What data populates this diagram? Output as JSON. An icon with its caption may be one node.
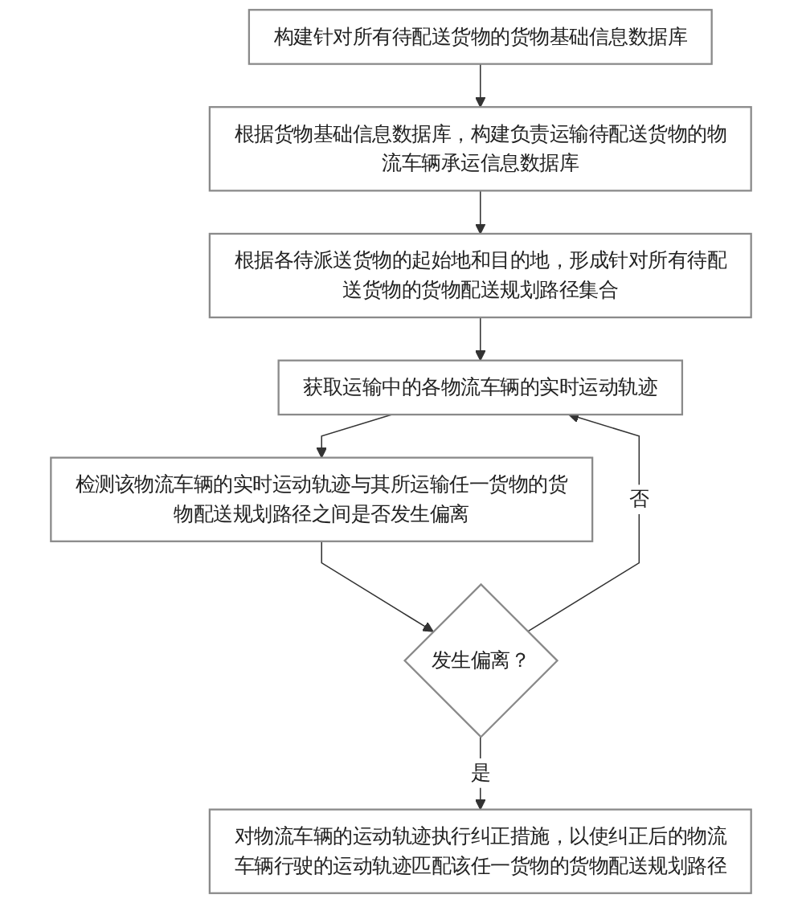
{
  "diagram": {
    "nodes": [
      {
        "text": [
          "构建针对所有待配送货物的货物基础信息数据库"
        ]
      },
      {
        "text": [
          "根据货物基础信息数据库，构建负责运输待配送货物的物流车辆承运信息数据库"
        ]
      },
      {
        "text": [
          "根据各待派送货物的起始地和目的地，形成针对所有待配送货物的货物配送规划路径集合"
        ]
      },
      {
        "text": [
          "获取运输中的各物流车辆的实时运动轨迹"
        ]
      },
      {
        "text": [
          "检测该物流车辆的实时运动轨迹与其所运输任一货物的货物配送规划路径之间是否发生偏离"
        ]
      },
      {
        "text": [
          "发生偏离？"
        ]
      },
      {
        "text": [
          "对物流车辆的运动轨迹执行纠正措施，以使纠正后的物流车辆行驶的运动轨迹匹配该任一货物的货物配送规划路径"
        ]
      }
    ],
    "edges": [
      {
        "from": 0,
        "to": 1,
        "arrow": "to"
      },
      {
        "from": 1,
        "to": 2,
        "arrow": "to"
      },
      {
        "from": 2,
        "to": 3,
        "arrow": "to"
      },
      {
        "from": 3,
        "to": 4,
        "arrow": "to"
      },
      {
        "from": 4,
        "to": 5,
        "arrow": "to"
      },
      {
        "from": 5,
        "to": 6,
        "label": "是",
        "arrow": "to"
      },
      {
        "from": 5,
        "to": 3,
        "label": "否",
        "arrow": "to"
      }
    ]
  }
}
